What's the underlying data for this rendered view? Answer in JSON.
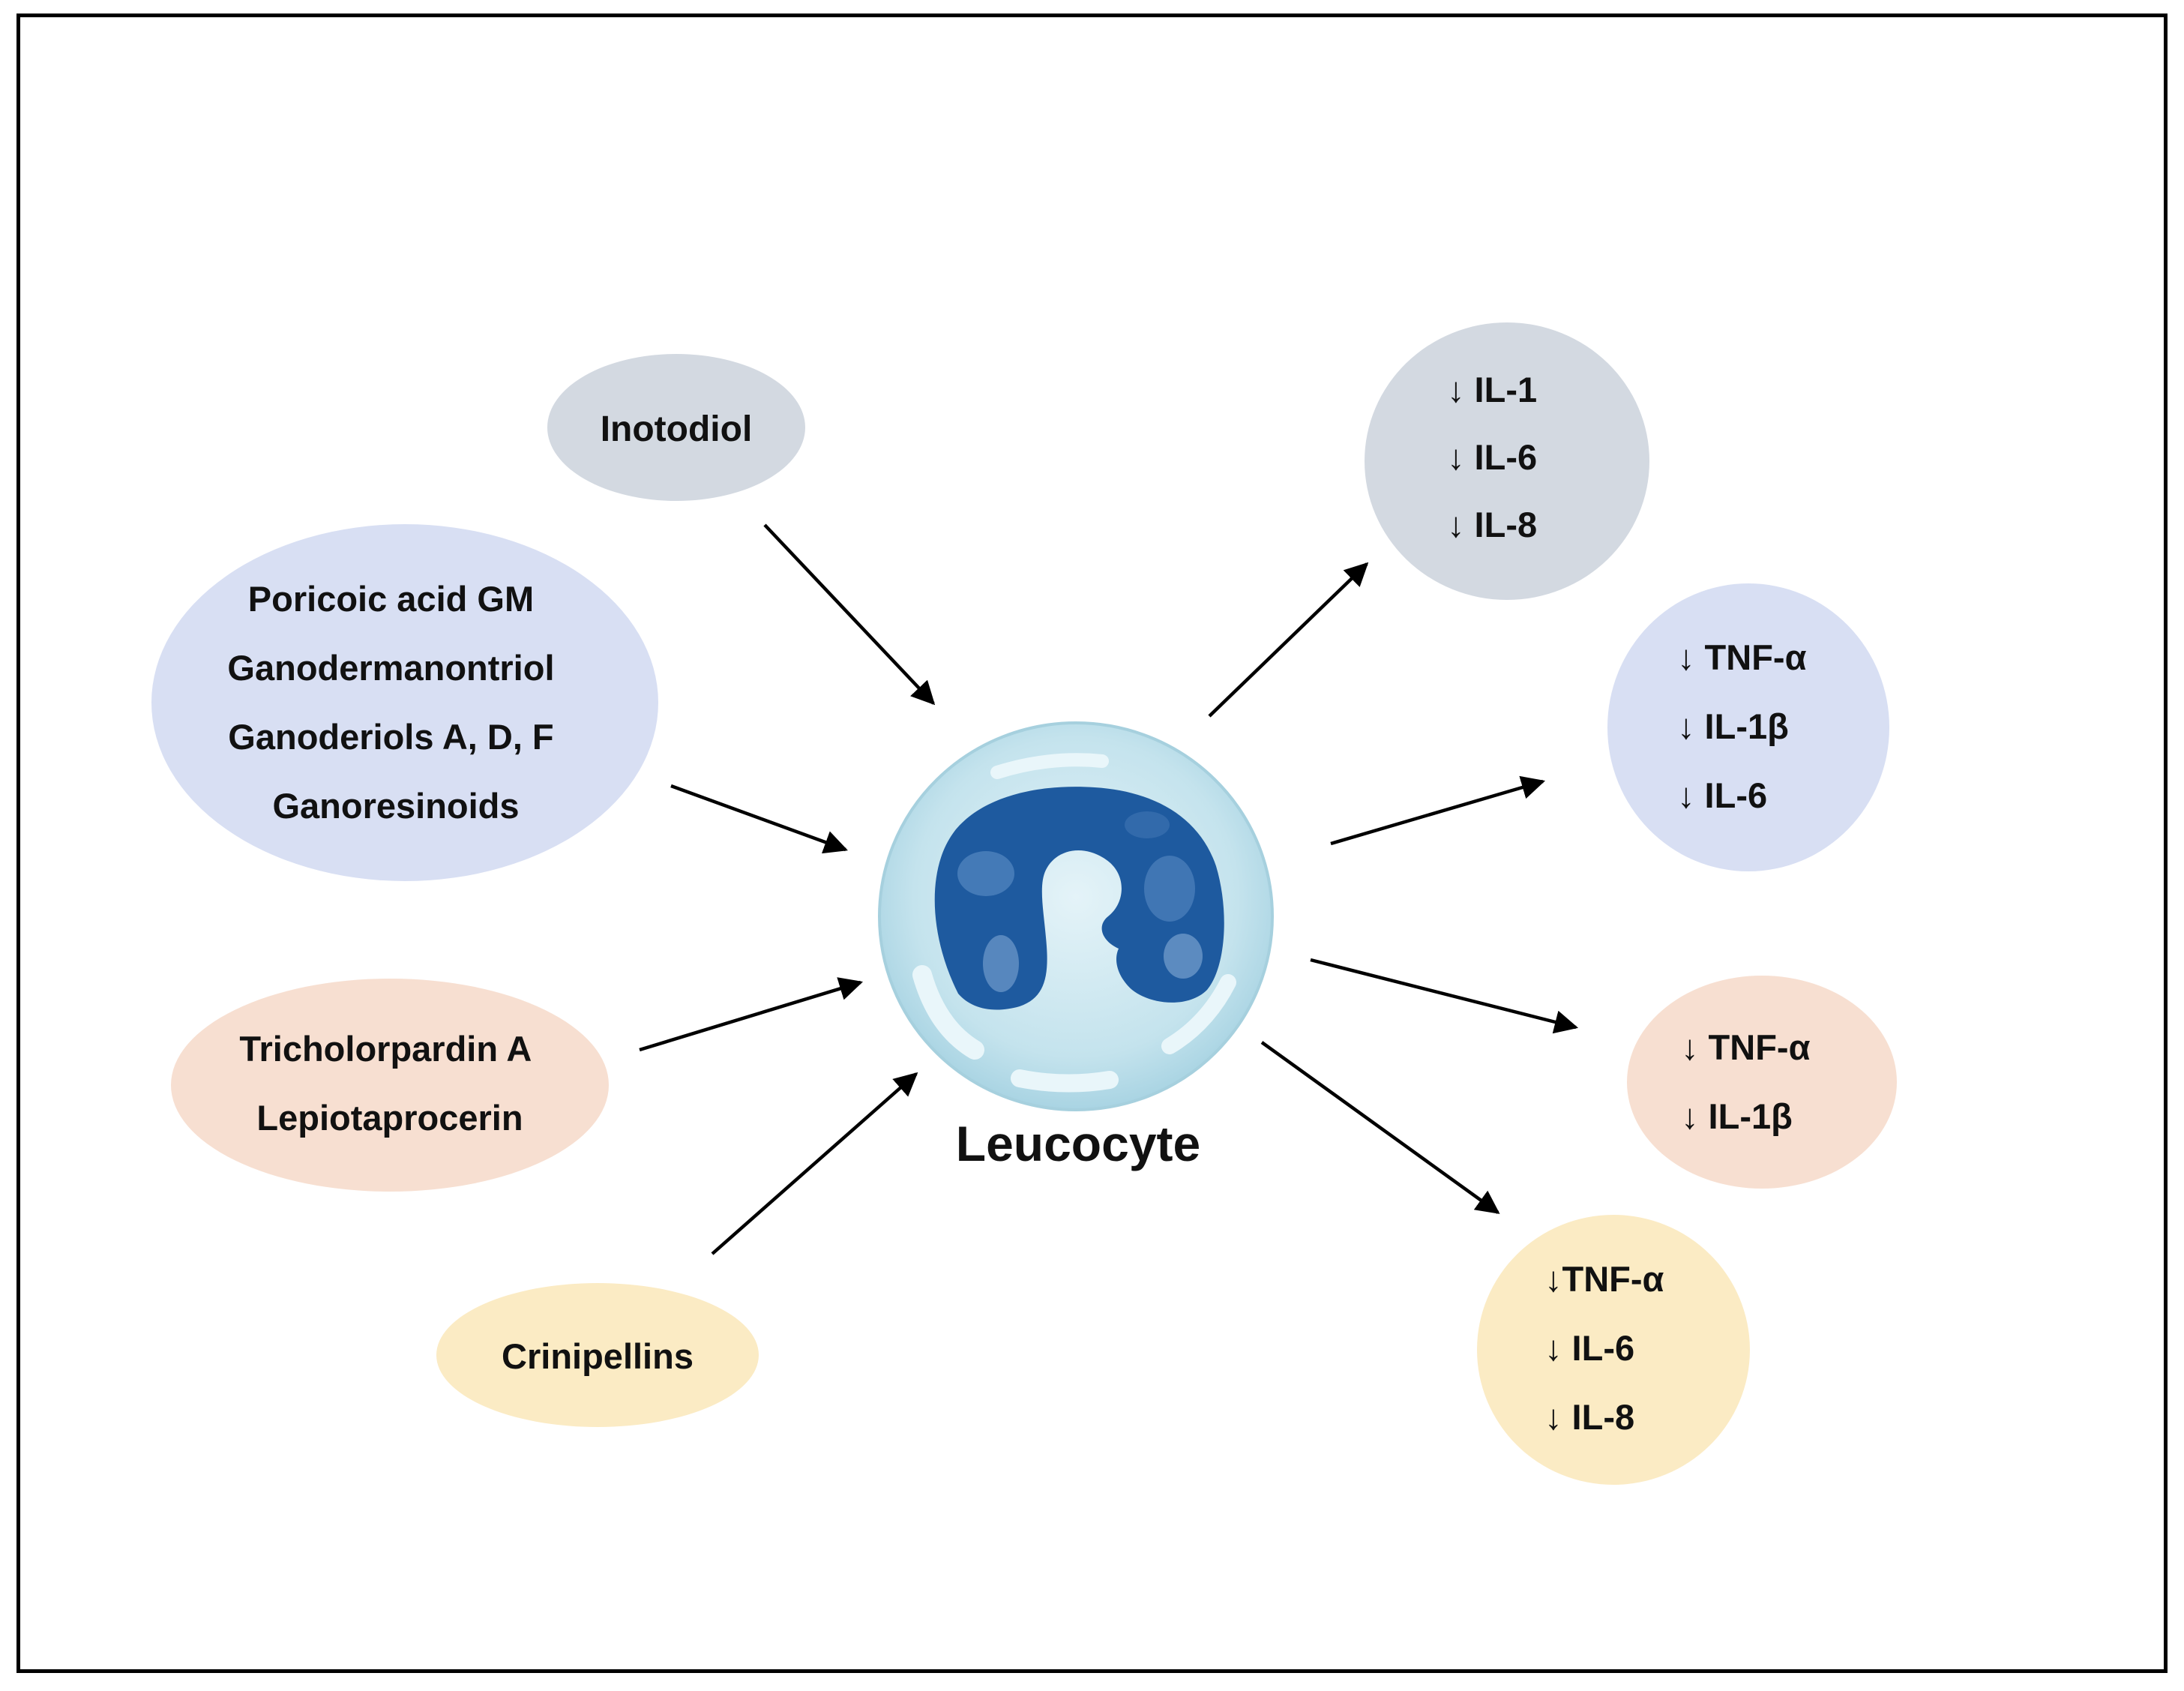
{
  "colors": {
    "gray": "#d3d9e1",
    "blue": "#d8dff3",
    "peach": "#f7dfd1",
    "yellow": "#fbebc4",
    "cell_outer": "#c6e4ee",
    "nucleus": "#1f5aa0",
    "arrow": "#000000"
  },
  "center": {
    "label": "Leucocyte"
  },
  "inputs": [
    {
      "id": "inotodiol",
      "lines": [
        "Inotodiol"
      ]
    },
    {
      "id": "ganoderma",
      "lines": [
        "Poricoic acid GM",
        "Ganodermanontriol",
        "Ganoderiols A, D, F",
        "Ganoresinoids"
      ]
    },
    {
      "id": "tricholorpardin",
      "lines": [
        "Tricholorpardin A",
        "Lepiotaprocerin"
      ]
    },
    {
      "id": "crinipellins",
      "lines": [
        "Crinipellins"
      ]
    }
  ],
  "outputs": [
    {
      "id": "out-gray",
      "lines": [
        "↓ IL-1",
        "↓ IL-6",
        "↓ IL-8"
      ]
    },
    {
      "id": "out-blue",
      "lines": [
        "↓ TNF-α",
        "↓ IL-1β",
        "↓ IL-6"
      ]
    },
    {
      "id": "out-peach",
      "lines": [
        "↓ TNF-α",
        "↓ IL-1β"
      ]
    },
    {
      "id": "out-yellow",
      "lines": [
        "↓TNF-α",
        "↓ IL-6",
        "↓ IL-8"
      ]
    }
  ]
}
